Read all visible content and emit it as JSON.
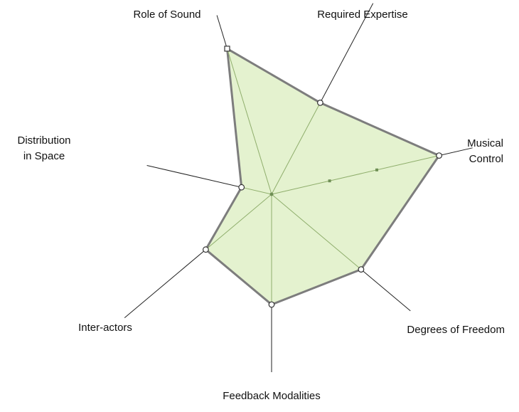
{
  "chart_data": {
    "type": "radar",
    "axes": [
      {
        "label": "Role of Sound",
        "value": 0.69
      },
      {
        "label": "Required Expertise",
        "value": 0.47
      },
      {
        "label": "Musical Control",
        "value": 0.78
      },
      {
        "label": "Degrees of Freedom",
        "value": 0.53
      },
      {
        "label": "Feedback Modalities",
        "value": 0.5
      },
      {
        "label": "Inter-actors",
        "value": 0.39
      },
      {
        "label": "Distribution in Space",
        "value": 0.14
      }
    ],
    "range": [
      0,
      1
    ],
    "colors": {
      "fill": "#e4f2cf",
      "outline": "#7d7d7d",
      "spoke_inner": "#8fae6c",
      "spoke_outer": "#222222"
    }
  }
}
